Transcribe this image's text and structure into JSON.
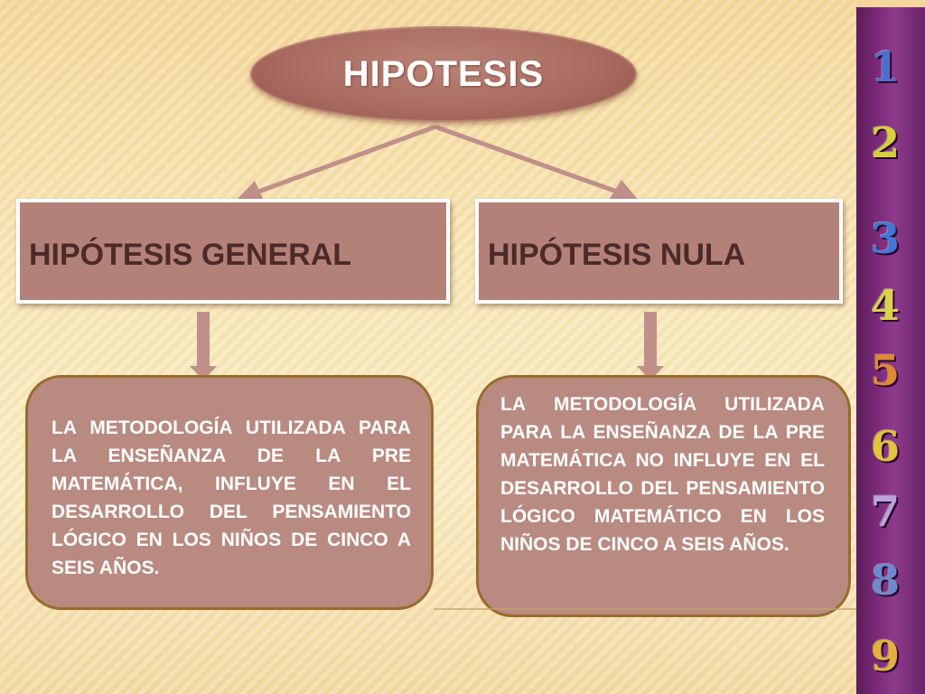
{
  "diagram": {
    "title": "HIPOTESIS",
    "branches": [
      {
        "label": "HIPÓTESIS GENERAL",
        "description": "LA METODOLOGÍA UTILIZADA PARA LA ENSEÑANZA DE LA PRE MATEMÁTICA, INFLUYE EN EL DESARROLLO DEL PENSAMIENTO LÓGICO EN LOS NIÑOS DE CINCO A SEIS AÑOS."
      },
      {
        "label": "HIPÓTESIS NULA",
        "description": "LA METODOLOGÍA UTILIZADA PARA LA ENSEÑANZA DE LA PRE MATEMÁTICA NO INFLUYE EN EL DESARROLLO DEL PENSAMIENTO LÓGICO MATEMÁTICO EN LOS NIÑOS DE CINCO A SEIS AÑOS."
      }
    ]
  },
  "number_strip": {
    "digits": [
      {
        "text": "1",
        "color": "#4a6fd0"
      },
      {
        "text": "2",
        "color": "#d6d03a"
      },
      {
        "text": "3",
        "color": "#3f78d8"
      },
      {
        "text": "4",
        "color": "#d9d24a"
      },
      {
        "text": "5",
        "color": "#e08a2e"
      },
      {
        "text": "6",
        "color": "#e0c43a"
      },
      {
        "text": "7",
        "color": "#b9a4d8"
      },
      {
        "text": "8",
        "color": "#6d8ad0"
      },
      {
        "text": "9",
        "color": "#e3b23a"
      }
    ]
  },
  "colors": {
    "background": "#f6e4b0",
    "title_fill": "#a86a5f",
    "box_fill": "#b48178",
    "box_text": "#4b2b2a",
    "connector": "#c08f8a",
    "description_border": "#9a6a2c",
    "strip": "#7a2a78"
  }
}
